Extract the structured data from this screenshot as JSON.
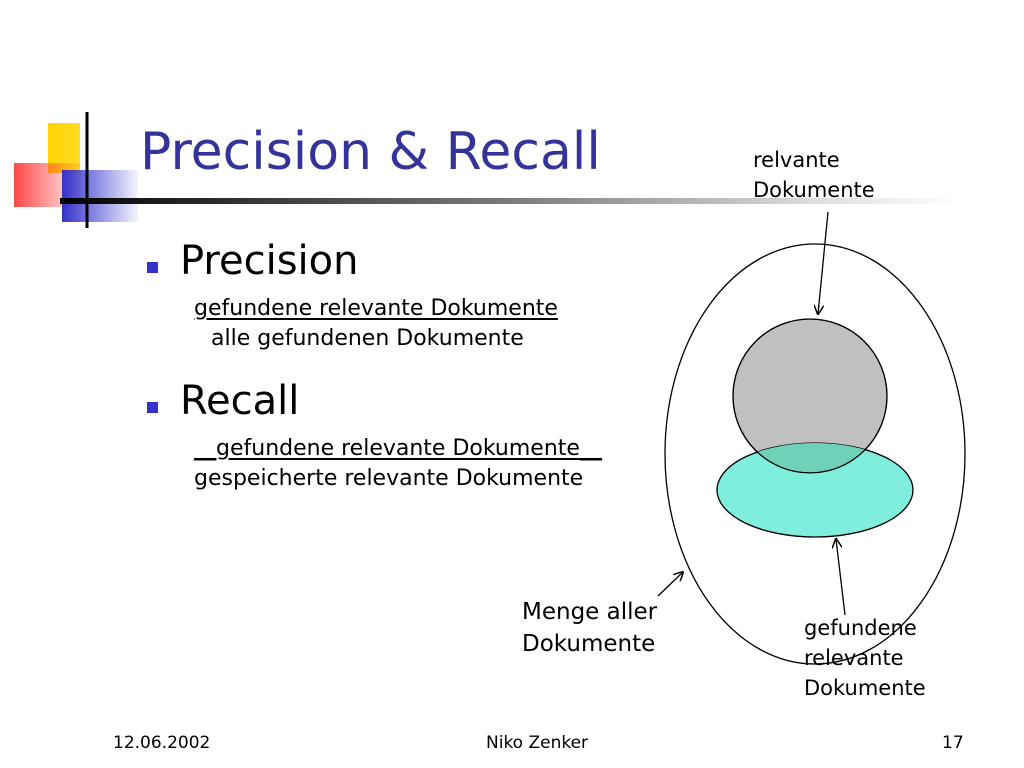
{
  "slide": {
    "title": "Precision & Recall",
    "bullets": [
      {
        "label": "Precision",
        "numerator": "gefundene relevante Dokumente",
        "denominator": "alle gefundenen Dokumente"
      },
      {
        "label": "Recall",
        "numerator": "__gefundene relevante Dokumente__",
        "denominator": "gespeicherte relevante Dokumente"
      }
    ]
  },
  "diagram": {
    "labels": {
      "relevant_line1": "relvante",
      "relevant_line2": "Dokumente",
      "all_line1": "Menge aller",
      "all_line2": "Dokumente",
      "found_line1": "gefundene",
      "found_line2": "relevante",
      "found_line3": "Dokumente"
    },
    "colors": {
      "relevant_fill": "#c0c0c0",
      "found_fill": "#7feedd",
      "overlap_fill": "#6fd1b8"
    }
  },
  "footer": {
    "date": "12.06.2002",
    "author": "Niko Zenker",
    "page": "17"
  },
  "colors": {
    "title": "#33339a",
    "bullet": "#3333cc",
    "deco_yellow": "#ffd400",
    "deco_blue": "#3333cc",
    "deco_red": "#ff3333"
  }
}
